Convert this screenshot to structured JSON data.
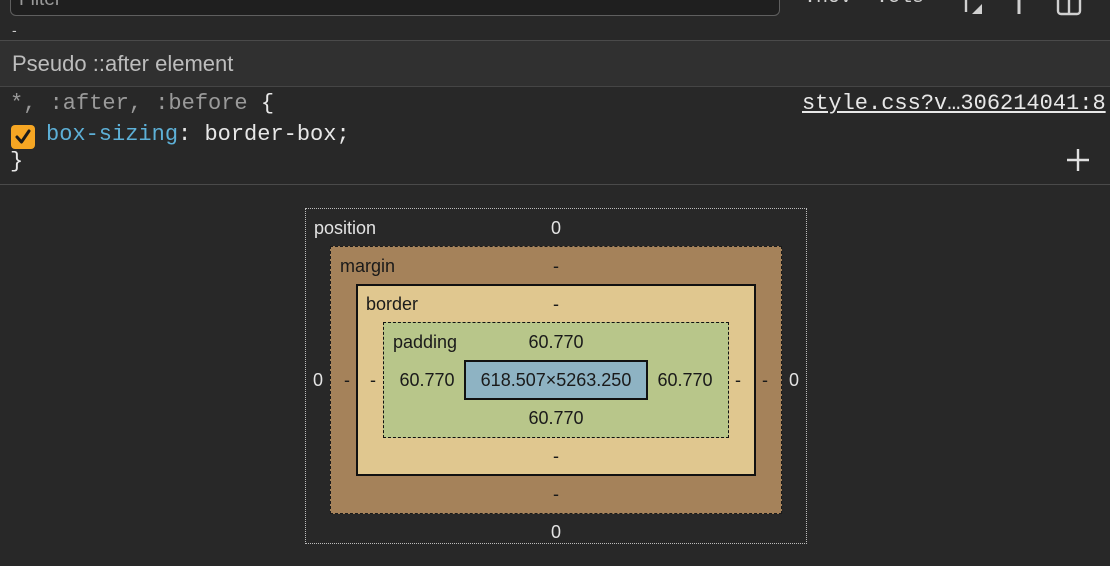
{
  "toolbar": {
    "filter_placeholder": "Filter",
    "hov_label": ":hov",
    "cls_label": ".cls",
    "icons": [
      "add-rule-icon",
      "pin-icon",
      "computed-sidebar-icon"
    ]
  },
  "scroll_marker": "-",
  "pseudo_section": {
    "label": "Pseudo ::after element"
  },
  "rule": {
    "selector": "*, :after, :before",
    "open_brace": "{",
    "close_brace": "}",
    "source": "style.css?v…306214041:8",
    "property": {
      "name": "box-sizing",
      "separator": ": ",
      "value": "border-box;",
      "enabled": true
    },
    "checkbox_color": "#f6a623"
  },
  "box_model": {
    "position": {
      "label": "position",
      "top": "0",
      "right": "0",
      "bottom": "0",
      "left": "0"
    },
    "margin": {
      "label": "margin",
      "top": "-",
      "right": "-",
      "bottom": "-",
      "left": "-",
      "color": "#a5825a"
    },
    "border": {
      "label": "border",
      "top": "-",
      "right": "-",
      "bottom": "-",
      "left": "-",
      "color": "#e0c78f"
    },
    "padding": {
      "label": "padding",
      "top": "60.770",
      "right": "60.770",
      "bottom": "60.770",
      "left": "60.770",
      "color": "#b8c68a"
    },
    "content": {
      "size": "618.507×5263.250",
      "color": "#8eb3c3"
    }
  }
}
